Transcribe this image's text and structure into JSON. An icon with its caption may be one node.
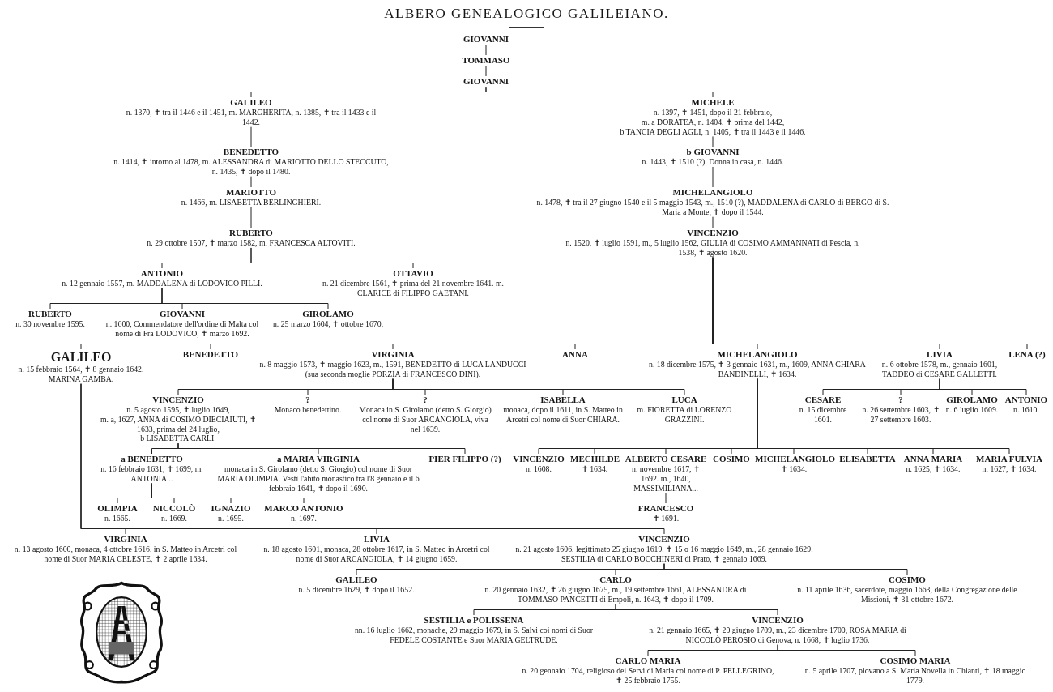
{
  "diagram": {
    "title": "ALBERO GENEALOGICO GALILEIANO.",
    "nodes": [
      {
        "text": [
          "GIOVANNI"
        ]
      },
      {
        "text": [
          "TOMMASO"
        ]
      },
      {
        "text": [
          "GIOVANNI"
        ]
      },
      {
        "text": [
          "GALILEO",
          "n. 1370, ✝ tra il 1446 e il 1451, m. MARGHERITA, n. 1385, ✝ tra il 1433 e il 1442."
        ]
      },
      {
        "text": [
          "MICHELE",
          "n. 1397, ✝ 1451, dopo il 21 febbraio,",
          "m. a DORATEA, n. 1404, ✝ prima del 1442,",
          "b TANCIA DEGLI AGLI, n. 1405, ✝ tra il 1443 e il 1446."
        ]
      },
      {
        "text": [
          "BENEDETTO",
          "n. 1414, ✝ intorno al 1478, m. ALESSANDRA di MARIOTTO DELLO STECCUTO, n. 1435, ✝ dopo il 1480."
        ]
      },
      {
        "text": [
          "b GIOVANNI",
          "n. 1443, ✝ 1510 (?). Donna in casa, n. 1446."
        ]
      },
      {
        "text": [
          "MARIOTTO",
          "n. 1466, m. LISABETTA BERLINGHIERI."
        ]
      },
      {
        "text": [
          "MICHELANGIOLO",
          "n. 1478, ✝ tra il 27 giugno 1540 e il 5 maggio 1543, m., 1510 (?), MADDALENA di CARLO di BERGO di S. Maria a Monte, ✝ dopo il 1544."
        ]
      },
      {
        "text": [
          "RUBERTO",
          "n. 29 ottobre 1507, ✝ marzo 1582, m. FRANCESCA ALTOVITI."
        ]
      },
      {
        "text": [
          "VINCENZIO",
          "n. 1520, ✝ luglio 1591, m., 5 luglio 1562, GIULIA di COSIMO AMMANNATI di Pescia, n. 1538, ✝ agosto 1620."
        ]
      },
      {
        "text": [
          "ANTONIO",
          "n. 12 gennaio 1557, m. MADDALENA di LODOVICO PILLI."
        ]
      },
      {
        "text": [
          "OTTAVIO",
          "n. 21 dicembre 1561, ✝ prima del 21 novembre 1641. m. CLARICE di FILIPPO GAETANI."
        ]
      },
      {
        "text": [
          "RUBERTO",
          "n. 30 novembre 1595."
        ]
      },
      {
        "text": [
          "GIOVANNI",
          "n. 1600, Commendatore dell'ordine di Malta col nome di Fra LODOVICO, ✝ marzo 1692."
        ]
      },
      {
        "text": [
          "GIROLAMO",
          "n. 25 marzo 1604, ✝ ottobre 1670."
        ]
      },
      {
        "text": [
          "GALILEO",
          "n. 15 febbraio 1564, ✝ 8 gennaio 1642. MARINA GAMBA."
        ]
      },
      {
        "text": [
          "BENEDETTO"
        ]
      },
      {
        "text": [
          "VIRGINIA",
          "n. 8 maggio 1573, ✝ maggio 1623, m., 1591, BENEDETTO di LUCA LANDUCCI (sua seconda moglie PORZIA di FRANCESCO DINI)."
        ]
      },
      {
        "text": [
          "ANNA"
        ]
      },
      {
        "text": [
          "MICHELANGIOLO",
          "n. 18 dicembre 1575, ✝ 3 gennaio 1631, m., 1609, ANNA CHIARA BANDINELLI, ✝ 1634."
        ]
      },
      {
        "text": [
          "LIVIA",
          "n. 6 ottobre 1578, m., gennaio 1601, TADDEO di CESARE GALLETTI."
        ]
      },
      {
        "text": [
          "LENA (?)"
        ]
      },
      {
        "text": [
          "VINCENZIO",
          "n. 5 agosto 1595, ✝ luglio 1649,",
          "m. a, 1627, ANNA di COSIMO DIECIAIUTI, ✝ 1633, prima del 24 luglio,",
          "b LISABETTA CARLI."
        ]
      },
      {
        "text": [
          "?",
          "Monaco benedettino."
        ]
      },
      {
        "text": [
          "?",
          "Monaca in S. Girolamo (detto S. Giorgio) col nome di Suor ARCANGIOLA, viva nel 1639."
        ]
      },
      {
        "text": [
          "ISABELLA",
          "monaca, dopo il 1611, in S. Matteo in Arcetri col nome di Suor CHIARA."
        ]
      },
      {
        "text": [
          "LUCA",
          "m. FIORETTA di LORENZO GRAZZINI."
        ]
      },
      {
        "text": [
          "CESARE",
          "n. 15 dicembre 1601."
        ]
      },
      {
        "text": [
          "?",
          "n. 26 settembre 1603, ✝ 27 settembre 1603."
        ]
      },
      {
        "text": [
          "GIROLAMO",
          "n. 6 luglio 1609."
        ]
      },
      {
        "text": [
          "ANTONIO",
          "n. 1610."
        ]
      },
      {
        "text": [
          "a BENEDETTO",
          "n. 16 febbraio 1631, ✝ 1699, m. ANTONIA..."
        ]
      },
      {
        "text": [
          "a MARIA VIRGINIA",
          "monaca in S. Girolamo (detto S. Giorgio) col nome di Suor MARIA OLIMPIA. Vestì l'abito monastico tra l'8 gennaio e il 6 febbraio 1641, ✝ dopo il 1690."
        ]
      },
      {
        "text": [
          "PIER FILIPPO (?)"
        ]
      },
      {
        "text": [
          "VINCENZIO",
          "n. 1608."
        ]
      },
      {
        "text": [
          "MECHILDE",
          "✝ 1634."
        ]
      },
      {
        "text": [
          "ALBERTO CESARE",
          "n. novembre 1617, ✝ 1692. m., 1640, MASSIMILIANA..."
        ]
      },
      {
        "text": [
          "COSIMO"
        ]
      },
      {
        "text": [
          "MICHELANGIOLO",
          "✝ 1634."
        ]
      },
      {
        "text": [
          "ELISABETTA"
        ]
      },
      {
        "text": [
          "ANNA MARIA",
          "n. 1625, ✝ 1634."
        ]
      },
      {
        "text": [
          "MARIA FULVIA",
          "n. 1627, ✝ 1634."
        ]
      },
      {
        "text": [
          "FRANCESCO",
          "✝ 1691."
        ]
      },
      {
        "text": [
          "OLIMPIA",
          "n. 1665."
        ]
      },
      {
        "text": [
          "NICCOLÒ",
          "n. 1669."
        ]
      },
      {
        "text": [
          "IGNAZIO",
          "n. 1695."
        ]
      },
      {
        "text": [
          "MARCO ANTONIO",
          "n. 1697."
        ]
      },
      {
        "text": [
          "VIRGINIA",
          "n. 13 agosto 1600, monaca, 4 ottobre 1616, in S. Matteo in Arcetri col nome di Suor MARIA CELESTE, ✝ 2 aprile 1634."
        ]
      },
      {
        "text": [
          "LIVIA",
          "n. 18 agosto 1601, monaca, 28 ottobre 1617, in S. Matteo in Arcetri col nome di Suor ARCANGIOLA, ✝ 14 giugno 1659."
        ]
      },
      {
        "text": [
          "VINCENZIO",
          "n. 21 agosto 1606, legittimato 25 giugno 1619, ✝ 15 o 16 maggio 1649, m., 28 gennaio 1629, SESTILIA di CARLO BOCCHINERI di Prato, ✝ gennaio 1669."
        ]
      },
      {
        "text": [
          "GALILEO",
          "n. 5 dicembre 1629, ✝ dopo il 1652."
        ]
      },
      {
        "text": [
          "CARLO",
          "n. 20 gennaio 1632, ✝ 26 giugno 1675, m., 19 settembre 1661, ALESSANDRA di TOMMASO PANCETTI di Empoli, n. 1643, ✝ dopo il 1709."
        ]
      },
      {
        "text": [
          "COSIMO",
          "n. 11 aprile 1636, sacerdote, maggio 1663, della Congregazione delle Missioni, ✝ 31 ottobre 1672."
        ]
      },
      {
        "text": [
          "SESTILIA e POLISSENA",
          "nn. 16 luglio 1662, monache, 29 maggio 1679, in S. Salvi coi nomi di Suor FEDELE COSTANTE e Suor MARIA GELTRUDE."
        ]
      },
      {
        "text": [
          "VINCENZIO",
          "n. 21 gennaio 1665, ✝ 20 giugno 1709, m., 23 dicembre 1700, ROSA MARIA di NICCOLÒ PEROSIO di Genova, n. 1668, ✝ luglio 1736."
        ]
      },
      {
        "text": [
          "CARLO MARIA",
          "n. 20 gennaio 1704, religioso dei Servi di Maria col nome di P. PELLEGRINO, ✝ 25 febbraio 1755."
        ]
      },
      {
        "text": [
          "COSIMO MARIA",
          "n. 5 aprile 1707, piovano a S. Maria Novella in Chianti, ✝ 18 maggio 1779."
        ]
      }
    ],
    "edges": [
      {
        "from": 0,
        "to": 1,
        "arrow": "none"
      },
      {
        "from": 1,
        "to": 2,
        "arrow": "none"
      },
      {
        "from": 2,
        "to": 3,
        "arrow": "none"
      },
      {
        "from": 2,
        "to": 4,
        "arrow": "none"
      },
      {
        "from": 3,
        "to": 5,
        "arrow": "none"
      },
      {
        "from": 4,
        "to": 6,
        "arrow": "none"
      },
      {
        "from": 5,
        "to": 7,
        "arrow": "none"
      },
      {
        "from": 6,
        "to": 8,
        "arrow": "none"
      },
      {
        "from": 7,
        "to": 9,
        "arrow": "none"
      },
      {
        "from": 8,
        "to": 10,
        "arrow": "none"
      },
      {
        "from": 9,
        "to": 11,
        "arrow": "none"
      },
      {
        "from": 9,
        "to": 12,
        "arrow": "none"
      },
      {
        "from": 11,
        "to": 13,
        "arrow": "none"
      },
      {
        "from": 11,
        "to": 14,
        "arrow": "none"
      },
      {
        "from": 11,
        "to": 15,
        "arrow": "none"
      },
      {
        "from": 10,
        "to": 16,
        "arrow": "none"
      },
      {
        "from": 10,
        "to": 17,
        "arrow": "none"
      },
      {
        "from": 10,
        "to": 18,
        "arrow": "none"
      },
      {
        "from": 10,
        "to": 19,
        "arrow": "none"
      },
      {
        "from": 10,
        "to": 20,
        "arrow": "none"
      },
      {
        "from": 10,
        "to": 21,
        "arrow": "none"
      },
      {
        "from": 10,
        "to": 22,
        "arrow": "none"
      },
      {
        "from": 18,
        "to": 23,
        "arrow": "none"
      },
      {
        "from": 18,
        "to": 24,
        "arrow": "none"
      },
      {
        "from": 18,
        "to": 25,
        "arrow": "none"
      },
      {
        "from": 18,
        "to": 26,
        "arrow": "none"
      },
      {
        "from": 18,
        "to": 27,
        "arrow": "none"
      },
      {
        "from": 21,
        "to": 28,
        "arrow": "none"
      },
      {
        "from": 21,
        "to": 29,
        "arrow": "none"
      },
      {
        "from": 21,
        "to": 30,
        "arrow": "none"
      },
      {
        "from": 21,
        "to": 31,
        "arrow": "none"
      },
      {
        "from": 23,
        "to": 32,
        "arrow": "none"
      },
      {
        "from": 23,
        "to": 33,
        "arrow": "none"
      },
      {
        "from": 23,
        "to": 34,
        "arrow": "none"
      },
      {
        "from": 20,
        "to": 35,
        "arrow": "none"
      },
      {
        "from": 20,
        "to": 36,
        "arrow": "none"
      },
      {
        "from": 20,
        "to": 37,
        "arrow": "none"
      },
      {
        "from": 20,
        "to": 38,
        "arrow": "none"
      },
      {
        "from": 20,
        "to": 39,
        "arrow": "none"
      },
      {
        "from": 20,
        "to": 40,
        "arrow": "none"
      },
      {
        "from": 20,
        "to": 41,
        "arrow": "none"
      },
      {
        "from": 20,
        "to": 42,
        "arrow": "none"
      },
      {
        "from": 37,
        "to": 43,
        "arrow": "none"
      },
      {
        "from": 32,
        "to": 44,
        "arrow": "none"
      },
      {
        "from": 32,
        "to": 45,
        "arrow": "none"
      },
      {
        "from": 32,
        "to": 46,
        "arrow": "none"
      },
      {
        "from": 32,
        "to": 47,
        "arrow": "none"
      },
      {
        "from": 16,
        "to": 48,
        "arrow": "none"
      },
      {
        "from": 16,
        "to": 49,
        "arrow": "none"
      },
      {
        "from": 16,
        "to": 50,
        "arrow": "none"
      },
      {
        "from": 50,
        "to": 51,
        "arrow": "none"
      },
      {
        "from": 50,
        "to": 52,
        "arrow": "none"
      },
      {
        "from": 50,
        "to": 53,
        "arrow": "none"
      },
      {
        "from": 52,
        "to": 54,
        "arrow": "none"
      },
      {
        "from": 52,
        "to": 55,
        "arrow": "none"
      },
      {
        "from": 55,
        "to": 56,
        "arrow": "none"
      },
      {
        "from": 55,
        "to": 57,
        "arrow": "none"
      }
    ]
  }
}
